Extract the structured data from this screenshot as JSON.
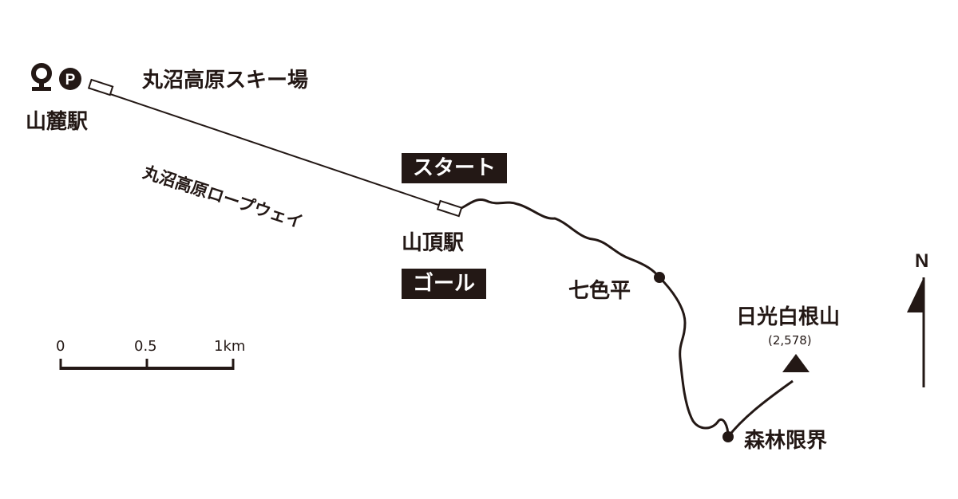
{
  "labels": {
    "ski_area": "丸沼高原スキー場",
    "base_station": "山麓駅",
    "ropeway": "丸沼高原ロープウェイ",
    "start": "スタート",
    "summit_station": "山頂駅",
    "goal": "ゴール",
    "shichiirodaira": "七色平",
    "peak_name": "日光白根山",
    "peak_elevation": "(2,578)",
    "treeline": "森林限界",
    "north": "N"
  },
  "scale": {
    "ticks": [
      "0",
      "0.5",
      "1km"
    ]
  },
  "icons": [
    "map-pin-icon",
    "parking-icon"
  ],
  "colors": {
    "ink": "#231815",
    "background": "#ffffff"
  }
}
